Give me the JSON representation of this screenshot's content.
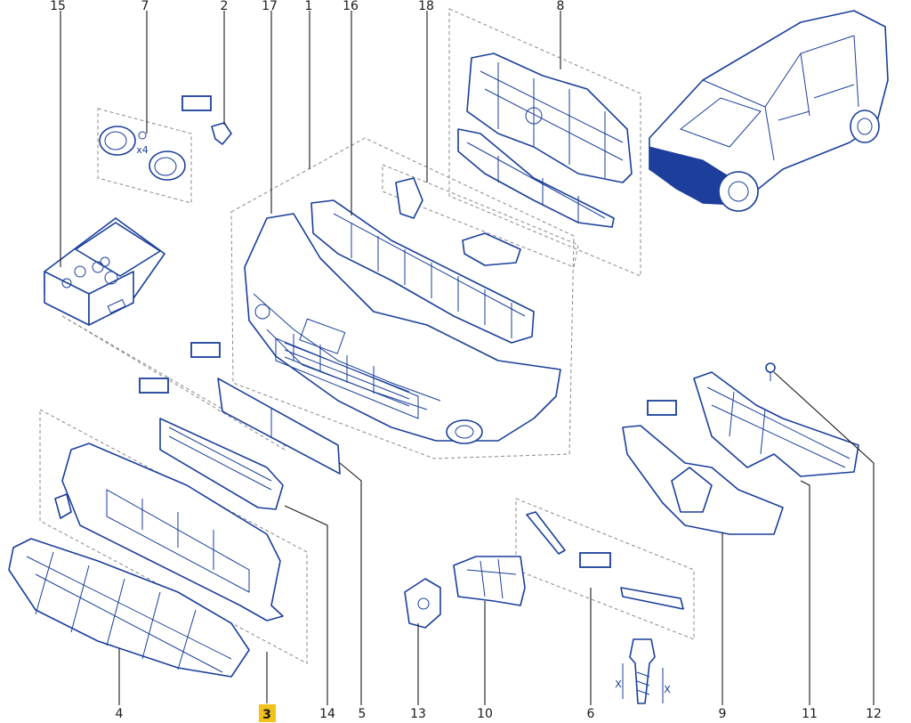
{
  "labels": {
    "p1": "1",
    "p2": "2",
    "p3": "3",
    "p4": "4",
    "p5": "5",
    "p6": "6",
    "p7": "7",
    "p8": "8",
    "p9": "9",
    "p10": "10",
    "p11": "11",
    "p12": "12",
    "p13": "13",
    "p14": "14",
    "p15": "15",
    "p16": "16",
    "p17": "17",
    "p18": "18"
  },
  "annotations": {
    "qty": "x4",
    "dim_x1": "X",
    "dim_x2": "X"
  },
  "highlight": {
    "label": "3",
    "color": "#f2c21a"
  },
  "colors": {
    "line": "#1a3f9a",
    "fill_dark": "#1d3e9b",
    "leader": "#1a1a1a"
  }
}
